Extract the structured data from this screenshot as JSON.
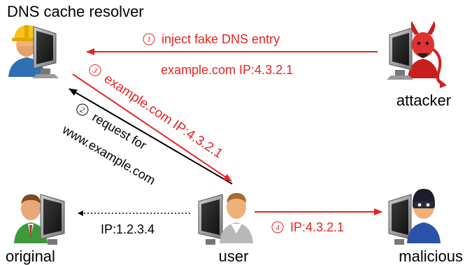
{
  "labels": {
    "dns_resolver": "DNS cache resolver",
    "attacker": "attacker",
    "original": "original",
    "user": "user",
    "malicious": "malicious"
  },
  "steps": [
    {
      "num": "1",
      "text": "inject fake DNS entry",
      "detail": "example.com IP:4.3.2.1"
    },
    {
      "num": "2",
      "text_line1": "request for",
      "text_line2": "www.example.com"
    },
    {
      "num": "3",
      "text": "example.com IP:4.3.2.1"
    },
    {
      "num": "4",
      "text": "IP:4.3.2.1"
    }
  ],
  "original_ip": "IP:1.2.3.4",
  "colors": {
    "attack": "#e8231f",
    "normal": "#000000"
  },
  "icons": {
    "dns_resolver": "admin-computer-icon",
    "attacker": "devil-computer-icon",
    "original": "businessman-computer-icon",
    "user": "user-computer-icon",
    "malicious": "burglar-computer-icon"
  }
}
